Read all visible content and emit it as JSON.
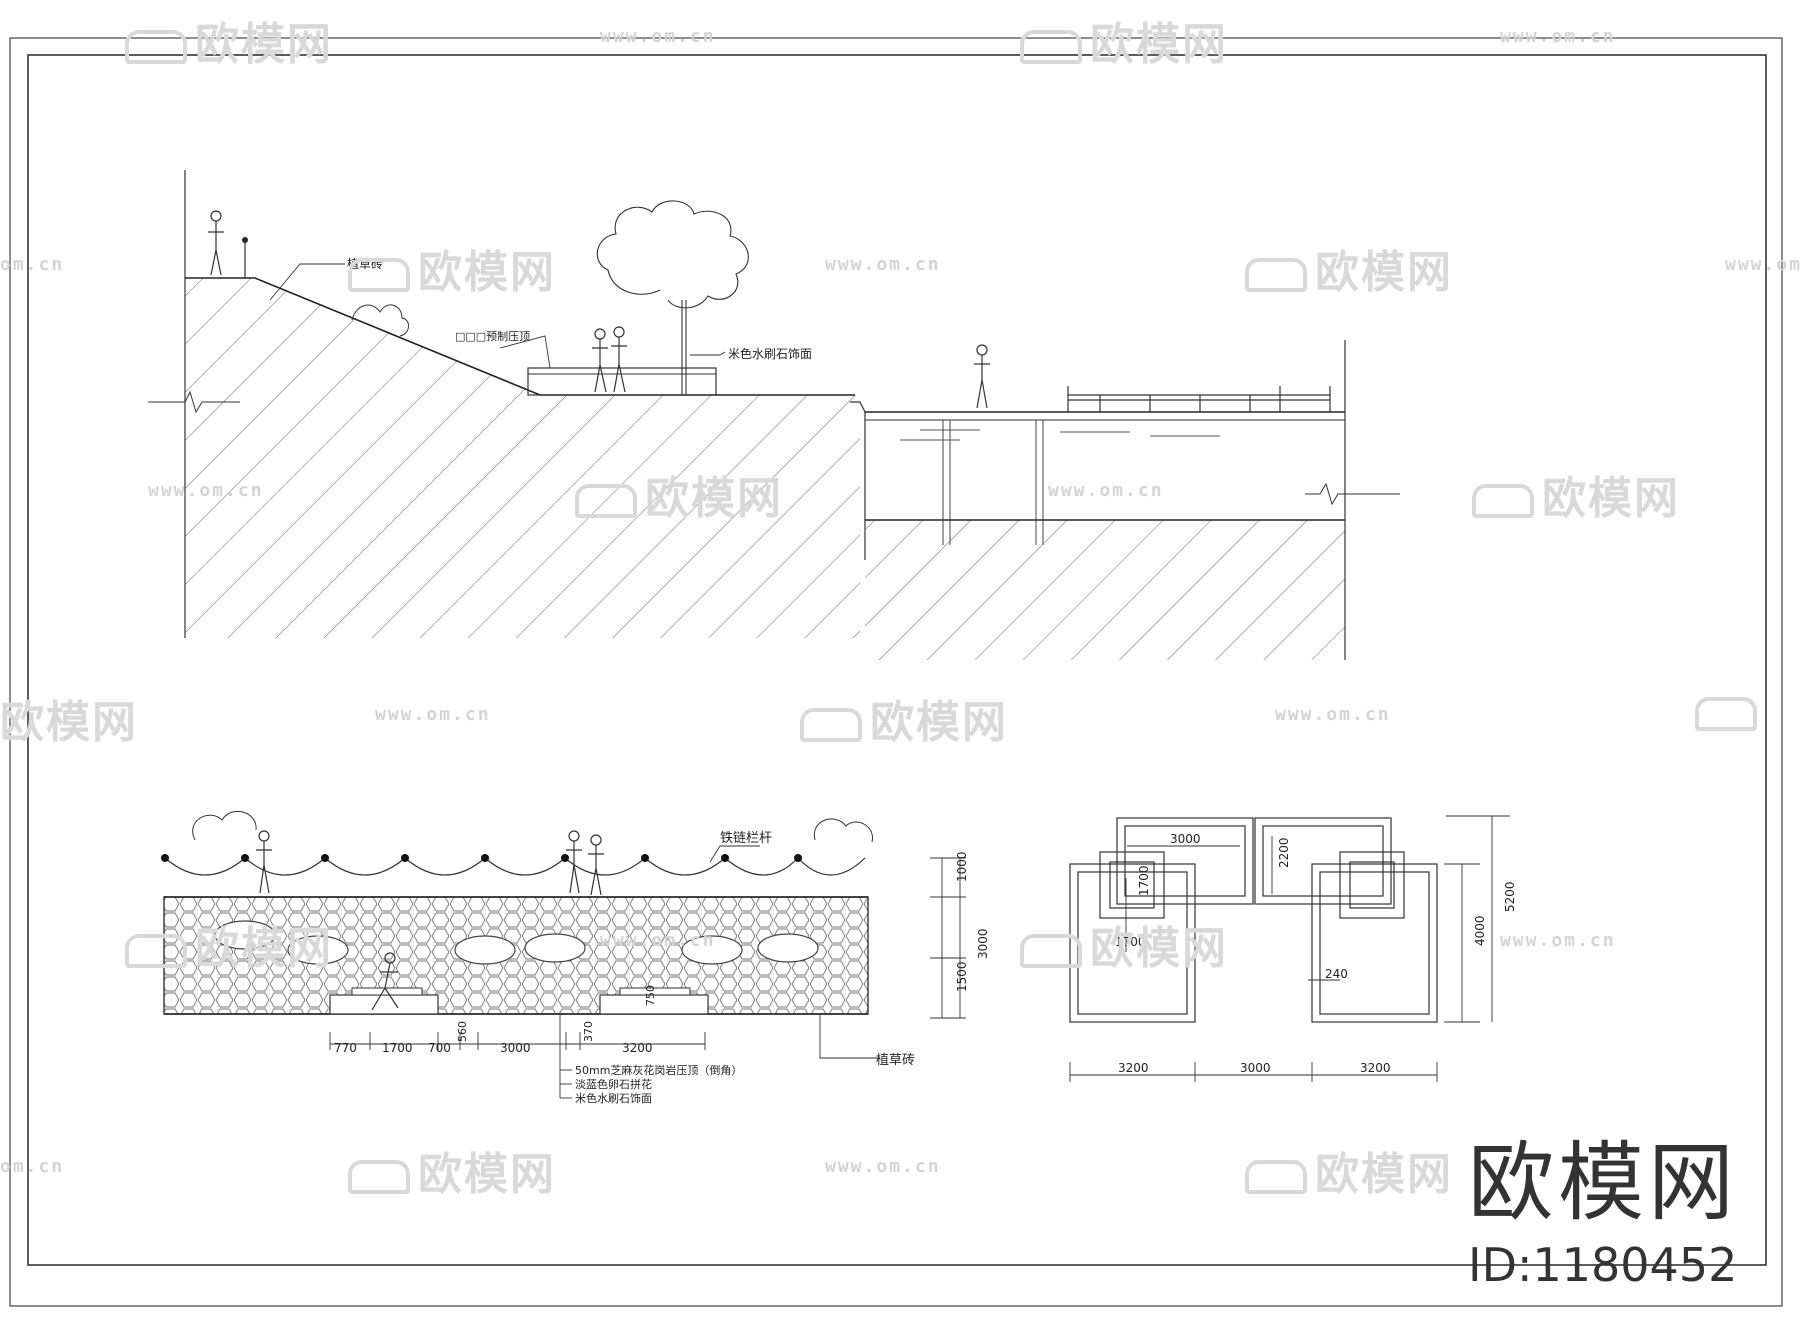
{
  "watermark": {
    "brand": "欧模网",
    "url": "www.om.cn",
    "url_short": "om.cn"
  },
  "brand_corner": {
    "name": "欧模网",
    "id": "ID:1180452"
  },
  "section": {
    "labels": {
      "grass_brick": "植草砖",
      "precast_coping": "□□□预制压顶",
      "washed_stone": "米色水刷石饰面"
    }
  },
  "elevation": {
    "labels": {
      "iron_chain_railing": "铁链栏杆",
      "grass_brick": "植草砖",
      "coping": "50mm芝麻灰花岗岩压顶（倒角）",
      "pebble": "淡蓝色卵石拼花",
      "washed_stone": "米色水刷石饰面"
    },
    "dims_bottom": [
      "770",
      "1700",
      "700",
      "560",
      "3000",
      "370",
      "3200"
    ],
    "dims_right": [
      "1000",
      "3000",
      "1500"
    ],
    "dim_inner": "750"
  },
  "plan": {
    "dims_top": [
      "3000",
      "2200"
    ],
    "dims_inner": [
      "1700",
      "1700",
      "240"
    ],
    "dims_right": [
      "4000",
      "5200"
    ],
    "dims_bottom": [
      "3200",
      "3000",
      "3200"
    ]
  }
}
